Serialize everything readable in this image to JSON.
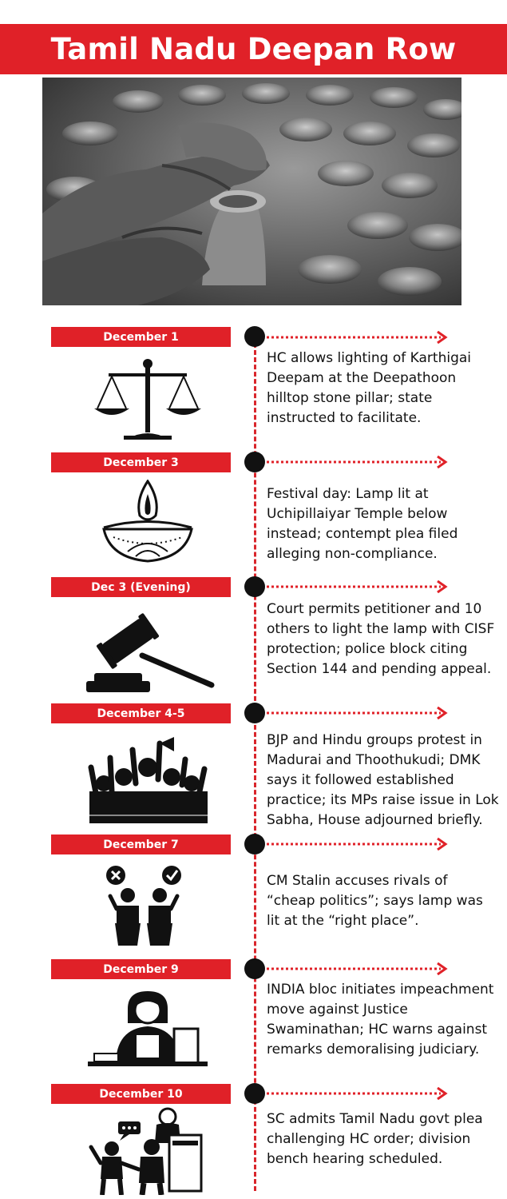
{
  "title": "Tamil Nadu Deepan Row",
  "colors": {
    "accent": "#e02128",
    "dot": "#111111",
    "text": "#111111"
  },
  "events": [
    {
      "date": "December 1",
      "icon": "scales-of-justice-icon",
      "text": "HC allows lighting of Karthigai Deepam at the Deepathoon hilltop stone pillar; state instructed to facilitate."
    },
    {
      "date": "December 3",
      "icon": "diya-lamp-icon",
      "text": "Festival day: Lamp lit at Uchipillaiyar Temple below instead; contempt plea filed alleging non-compliance."
    },
    {
      "date": "Dec 3 (Evening)",
      "icon": "gavel-icon",
      "text": "Court permits petitioner and 10 others to light the lamp with CISF protection; police block citing Section 144 and pending appeal."
    },
    {
      "date": "December 4-5",
      "icon": "protest-crowd-icon",
      "text": "BJP and Hindu groups protest in Madurai and Thoothukudi; DMK says it followed established practice; its MPs raise issue in Lok Sabha, House adjourned briefly."
    },
    {
      "date": "December 7",
      "icon": "debate-icon",
      "text": "CM Stalin accuses rivals of “cheap politics”; says lamp was lit at the “right place”."
    },
    {
      "date": "December 9",
      "icon": "judge-icon",
      "text": "INDIA bloc initiates impeachment move against Justice Swaminathan; HC warns against remarks demoralising judiciary."
    },
    {
      "date": "December 10",
      "icon": "courtroom-icon",
      "text": "SC admits Tamil Nadu govt plea challenging HC order; division bench hearing scheduled."
    }
  ]
}
